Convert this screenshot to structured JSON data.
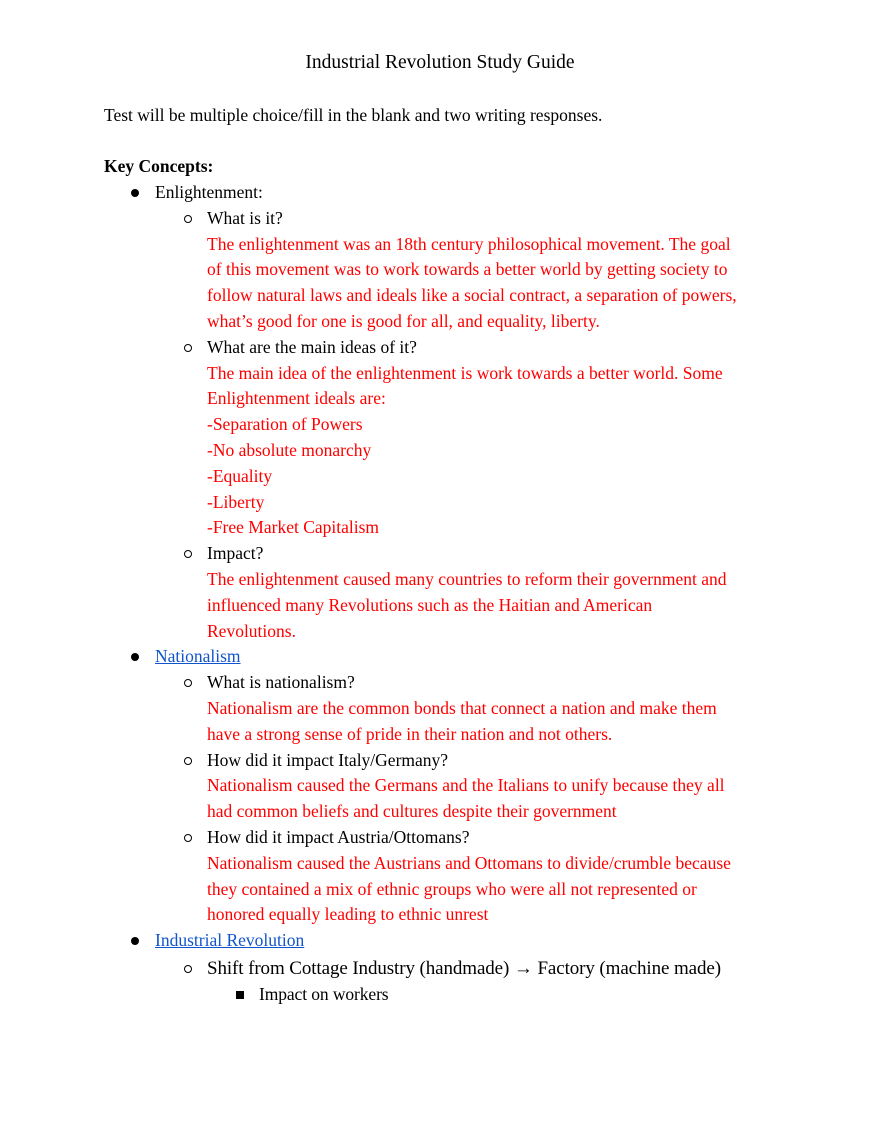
{
  "document": {
    "title": "Industrial Revolution Study Guide",
    "intro": "Test will be multiple choice/fill in the blank and two writing responses.",
    "heading": "Key Concepts:",
    "colors": {
      "answer": "#ff0000",
      "link": "#1155cc",
      "text": "#000000"
    },
    "sections": [
      {
        "label": "Enlightenment:",
        "is_link": false,
        "questions": [
          {
            "q": "What is it?",
            "answer_lines": [
              "The enlightenment was an 18th century philosophical movement. The goal",
              "of this movement was to work towards a better world by getting society to",
              "follow natural laws and ideals like a social contract, a separation of powers,",
              "what’s good for one is good for all, and equality, liberty."
            ]
          },
          {
            "q": "What are the main ideas of it?",
            "answer_lines": [
              "The main idea of the enlightenment is work towards a better world. Some",
              "Enlightenment ideals are:",
              "-Separation of Powers",
              "-No absolute monarchy",
              "-Equality",
              "-Liberty",
              "-Free Market Capitalism"
            ]
          },
          {
            "q": "Impact?",
            "answer_lines": [
              "The enlightenment caused many countries to reform their government and",
              "influenced many Revolutions such as the Haitian and American",
              "Revolutions."
            ]
          }
        ]
      },
      {
        "label": "Nationalism ",
        "is_link": true,
        "questions": [
          {
            "q": "What is nationalism?",
            "answer_lines": [
              "Nationalism are the common bonds that connect a nation and make them",
              "have a strong sense of pride in their nation and not others."
            ]
          },
          {
            "q": "How did it impact Italy/Germany?",
            "answer_lines": [
              "Nationalism caused the Germans and the Italians to unify because they all",
              "had common beliefs and cultures despite their government"
            ]
          },
          {
            "q": "How did it impact Austria/Ottomans?",
            "answer_lines": [
              "Nationalism caused the Austrians and Ottomans to divide/crumble because",
              "they contained a mix of ethnic groups who were all not represented or",
              "honored equally leading to ethnic unrest"
            ]
          }
        ]
      },
      {
        "label": "Industrial Revolution",
        "is_link": true,
        "subitems": [
          {
            "text": "Shift from Cottage Industry (handmade) → Factory (machine made)",
            "subitems": [
              {
                "text": "Impact on workers"
              }
            ]
          }
        ]
      }
    ]
  }
}
